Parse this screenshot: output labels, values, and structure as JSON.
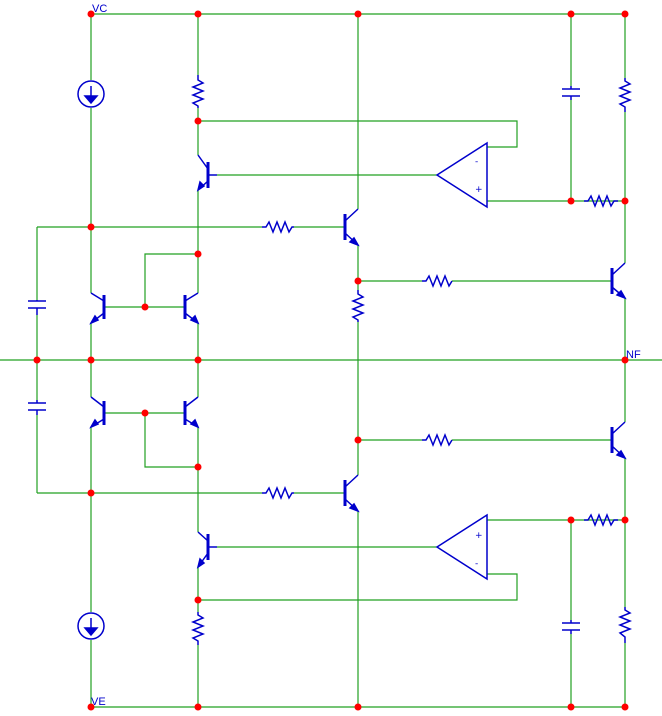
{
  "labels": {
    "top_rail": "VC",
    "bottom_rail": "VE",
    "output": "NF"
  },
  "opamp_pins": {
    "minus": "-",
    "plus": "+"
  },
  "colors": {
    "wire": "#22a022",
    "component": "#0000cc",
    "node": "#ff0000",
    "label": "#0000cc",
    "background": "#ffffff"
  },
  "components": {
    "current_sources": 2,
    "resistors": 11,
    "capacitors": 4,
    "transistors": 10,
    "opamps": 2
  }
}
